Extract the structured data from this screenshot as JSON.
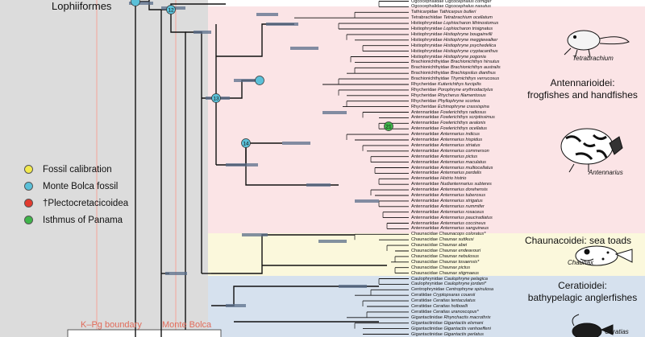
{
  "title": "Lophiiformes",
  "legend": [
    {
      "label": "Fossil calibration",
      "color": "#f2e94e"
    },
    {
      "label": "Monte Bolca fossil",
      "color": "#5bc0d8"
    },
    {
      "label": "†Plectocretacicoidea",
      "color": "#e23a2e"
    },
    {
      "label": "Isthmus of Panama",
      "color": "#3fb54a"
    }
  ],
  "timeline_labels": {
    "kpg": "K–Pg boundary",
    "bolca": "Monte Bolca"
  },
  "clades": [
    {
      "name": "Antennarioidei:",
      "sub": "frogfishes and handfishes"
    },
    {
      "name": "Chaunacoidei: sea toads",
      "sub": ""
    },
    {
      "name": "Ceratioidei:",
      "sub": "bathypelagic anglerfishes"
    }
  ],
  "illustrations": [
    "Tetrabrachium",
    "Antennarius",
    "Chaunax",
    "Ceratias"
  ],
  "node_labels": [
    "12",
    "13",
    "14",
    "21"
  ],
  "colors": {
    "grey_band": "#dcdcdc",
    "pink_band": "#fbe4e6",
    "yellow_band": "#fbf8dc",
    "blue_band": "#d6e1ee"
  },
  "tips": [
    {
      "family": "Ogcocephalidae",
      "species": "Ogcocephalus corniger"
    },
    {
      "family": "Ogcocephalidae",
      "species": "Ogcocephalus nasutus"
    },
    {
      "family": "Tathicarpidae",
      "species": "Tathicarpus butleri"
    },
    {
      "family": "Tetrabrachiidae",
      "species": "Tetrabrachium ocellatum"
    },
    {
      "family": "Histiophrynidae",
      "species": "Lophiocharon lithinostomus"
    },
    {
      "family": "Histiophrynidae",
      "species": "Lophiocharon trisignatus"
    },
    {
      "family": "Histiophrynidae",
      "species": "Histiophryne bougainvilli"
    },
    {
      "family": "Histiophrynidae",
      "species": "Histiophryne meggiewalker"
    },
    {
      "family": "Histiophrynidae",
      "species": "Histiophryne psychedelica"
    },
    {
      "family": "Histiophrynidae",
      "species": "Histiophryne cryptacanthus"
    },
    {
      "family": "Histiophrynidae",
      "species": "Histiophryne pogonia"
    },
    {
      "family": "Brachionichthyidae",
      "species": "Brachionichthys hirsutus"
    },
    {
      "family": "Brachionichthyidae",
      "species": "Brachionichthys australis"
    },
    {
      "family": "Brachionichthyidae",
      "species": "Brachiopsilus dianthus"
    },
    {
      "family": "Brachionichthyidae",
      "species": "Thymichthys verrucosus"
    },
    {
      "family": "Rhycheridae",
      "species": "Kuiterichthys furcipilis"
    },
    {
      "family": "Rhycheridae",
      "species": "Porophryne erythrodactylus"
    },
    {
      "family": "Rhycheridae",
      "species": "Rhycherus filamentosus"
    },
    {
      "family": "Rhycheridae",
      "species": "Phyllophryne scortea"
    },
    {
      "family": "Rhycheridae",
      "species": "Echinophryne crassispina"
    },
    {
      "family": "Antennariidae",
      "species": "Fowlerichthys radiosus"
    },
    {
      "family": "Antennariidae",
      "species": "Fowlerichthys scriptissimus"
    },
    {
      "family": "Antennariidae",
      "species": "Fowlerichthys avalonis"
    },
    {
      "family": "Antennariidae",
      "species": "Fowlerichthys ocellatus"
    },
    {
      "family": "Antennariidae",
      "species": "Antennarius indicus"
    },
    {
      "family": "Antennariidae",
      "species": "Antennarius hispidus"
    },
    {
      "family": "Antennariidae",
      "species": "Antennarius striatus"
    },
    {
      "family": "Antennariidae",
      "species": "Antennarius commerson"
    },
    {
      "family": "Antennariidae",
      "species": "Antennarius pictus"
    },
    {
      "family": "Antennariidae",
      "species": "Antennarius maculatus"
    },
    {
      "family": "Antennariidae",
      "species": "Antennarius multiocellatus"
    },
    {
      "family": "Antennariidae",
      "species": "Antennarius pardalis"
    },
    {
      "family": "Antennariidae",
      "species": "Histrio histrio"
    },
    {
      "family": "Antennariidae",
      "species": "Nudiantennarius subteres"
    },
    {
      "family": "Antennariidae",
      "species": "Antennarius dorehensis"
    },
    {
      "family": "Antennariidae",
      "species": "Antennarius tuberosus"
    },
    {
      "family": "Antennariidae",
      "species": "Antennarius strigatus"
    },
    {
      "family": "Antennariidae",
      "species": "Antennarius nummifer"
    },
    {
      "family": "Antennariidae",
      "species": "Antennarius rosaceus"
    },
    {
      "family": "Antennariidae",
      "species": "Antennarius pauciradiatus"
    },
    {
      "family": "Antennariidae",
      "species": "Antennarius coccineus"
    },
    {
      "family": "Antennariidae",
      "species": "Antennarius sanguineus"
    },
    {
      "family": "Chaunacidae",
      "species": "Chaunacops coloratus*"
    },
    {
      "family": "Chaunacidae",
      "species": "Chaunax suttkusi"
    },
    {
      "family": "Chaunacidae",
      "species": "Chaunax abei"
    },
    {
      "family": "Chaunacidae",
      "species": "Chaunax endeavouri"
    },
    {
      "family": "Chaunacidae",
      "species": "Chaunax nebulosus"
    },
    {
      "family": "Chaunacidae",
      "species": "Chaunax tosaensis*"
    },
    {
      "family": "Chaunacidae",
      "species": "Chaunax pictus"
    },
    {
      "family": "Chaunacidae",
      "species": "Chaunax stigmaeus"
    },
    {
      "family": "Caulophrynidae",
      "species": "Caulophryne pelagica"
    },
    {
      "family": "Caulophrynidae",
      "species": "Caulophryne jordani*"
    },
    {
      "family": "Centrophrynidae",
      "species": "Centrophryne spinulosa"
    },
    {
      "family": "Ceratiidae",
      "species": "Cryptopsaras couesii"
    },
    {
      "family": "Ceratiidae",
      "species": "Ceratias tentaculatus"
    },
    {
      "family": "Ceratiidae",
      "species": "Ceratias holboelli"
    },
    {
      "family": "Ceratiidae",
      "species": "Ceratias uranoscopus*"
    },
    {
      "family": "Gigantactinidae",
      "species": "Rhynchactis macrothrix"
    },
    {
      "family": "Gigantactinidae",
      "species": "Gigantactis elsmani"
    },
    {
      "family": "Gigantactinidae",
      "species": "Gigantactis vanhoeffeni"
    },
    {
      "family": "Gigantactinidae",
      "species": "Gigantactis perlatus"
    }
  ]
}
